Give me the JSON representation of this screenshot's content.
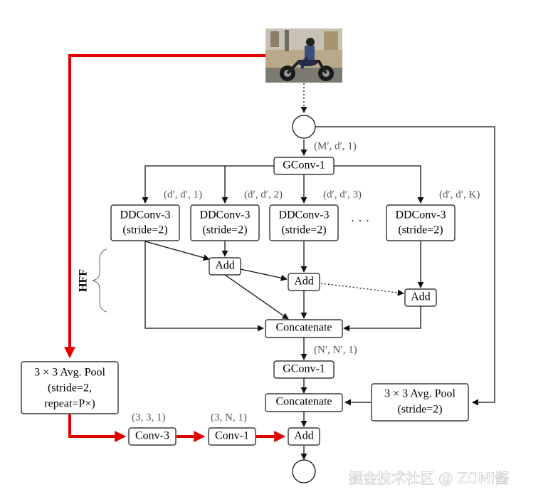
{
  "nodes": {
    "gconv1_top": "GConv-1",
    "ddconv": [
      {
        "line1": "DDConv-3",
        "line2": "(stride=2)",
        "param": "(d′, d′, 1)"
      },
      {
        "line1": "DDConv-3",
        "line2": "(stride=2)",
        "param": "(d′, d′, 2)"
      },
      {
        "line1": "DDConv-3",
        "line2": "(stride=2)",
        "param": "(d′, d′, 3)"
      },
      {
        "line1": "DDConv-3",
        "line2": "(stride=2)",
        "param": "(d′, d′, K)"
      }
    ],
    "ellipsis": "· · ·",
    "add1": "Add",
    "add2": "Add",
    "add3": "Add",
    "concat1": "Concatenate",
    "gconv1_mid": "GConv-1",
    "concat2": "Concatenate",
    "avgpool_left": {
      "line1": "3 × 3 Avg. Pool",
      "line2": "(stride=2,",
      "line3": "repeat=P×)"
    },
    "avgpool_right": {
      "line1": "3 × 3 Avg. Pool",
      "line2": "(stride=2)"
    },
    "conv3": "Conv-3",
    "conv1": "Conv-1",
    "add_final": "Add"
  },
  "params": {
    "gconv1_top": "(M′, d′, 1)",
    "gconv1_mid": "(N′, N′, 1)",
    "conv3": "(3, 3, 1)",
    "conv1": "(3, N, 1)"
  },
  "labels": {
    "hff": "HFF",
    "watermark": "掘金技术社区 @ ZOMI酱"
  },
  "colors": {
    "red_path": "#e00000",
    "stroke": "#111111",
    "param_text": "#555555"
  }
}
